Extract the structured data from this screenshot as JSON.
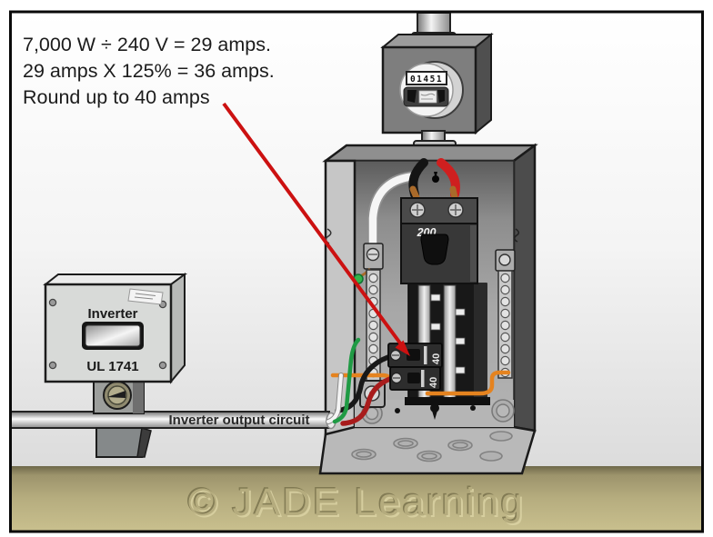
{
  "annotation": {
    "lines": [
      "7,000 W ÷ 240 V = 29 amps.",
      "29 amps X 125% = 36 amps.",
      "Round up to 40 amps"
    ]
  },
  "meter": {
    "reading": "01451"
  },
  "panel": {
    "main_breaker_rating": "200",
    "branch_breaker_rating_top": "40",
    "branch_breaker_rating_bottom": "40"
  },
  "inverter": {
    "name": "Inverter",
    "listing": "UL 1741"
  },
  "conduit": {
    "label": "Inverter output circuit"
  },
  "watermark": {
    "text": "© JADE Learning"
  },
  "colors": {
    "callout_arrow": "#cc1111",
    "watermark_band": "#b6ad7f",
    "wire_orange": "#e5831f",
    "wire_green": "#1f9a44",
    "wire_red": "#cf1f1f",
    "wire_black": "#141414",
    "wire_white": "#f6f6f6"
  }
}
